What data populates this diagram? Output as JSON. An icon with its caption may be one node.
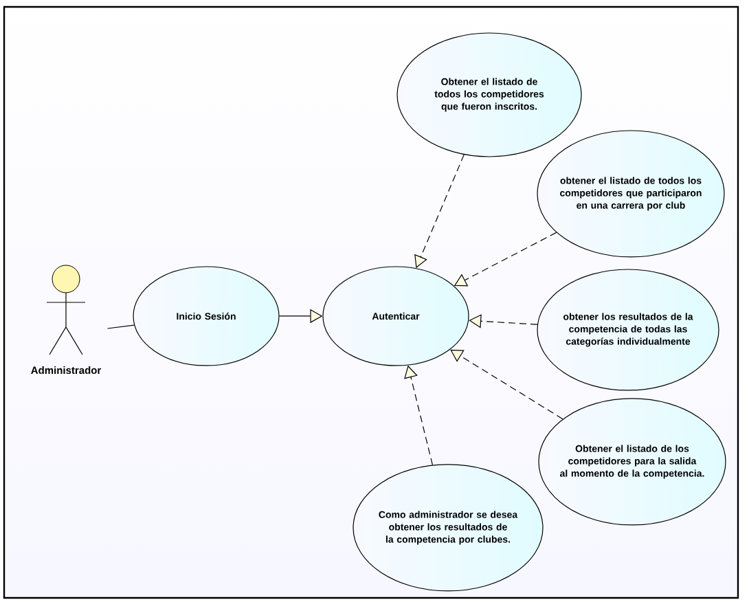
{
  "diagram": {
    "nodes": [
      {
        "text": [
          "Administrador"
        ]
      },
      {
        "text": [
          "Inicio Sesión"
        ]
      },
      {
        "text": [
          "Autenticar"
        ]
      },
      {
        "text": [
          "Obtener el listado de todos los competidores que fueron inscritos."
        ]
      },
      {
        "text": [
          "obtener el listado de todos los competidores que participaron en una carrera por club"
        ]
      },
      {
        "text": [
          "obtener los resultados de la competencia de todas las categorías individualmente"
        ]
      },
      {
        "text": [
          "Obtener el listado de los competidores para la salida al momento de la competencia."
        ]
      },
      {
        "text": [
          "Como administrador se desea obtener los resultados de la competencia por clubes."
        ]
      }
    ],
    "edges": [
      {
        "from": 0,
        "to": 1,
        "arrow": "none"
      },
      {
        "from": 1,
        "to": 2,
        "arrow": "to"
      },
      {
        "from": 3,
        "to": 2,
        "arrow": "to",
        "style": "dashed"
      },
      {
        "from": 4,
        "to": 2,
        "arrow": "to",
        "style": "dashed"
      },
      {
        "from": 5,
        "to": 2,
        "arrow": "to",
        "style": "dashed"
      },
      {
        "from": 6,
        "to": 2,
        "arrow": "to",
        "style": "dashed"
      },
      {
        "from": 7,
        "to": 2,
        "arrow": "to",
        "style": "dashed"
      }
    ]
  }
}
